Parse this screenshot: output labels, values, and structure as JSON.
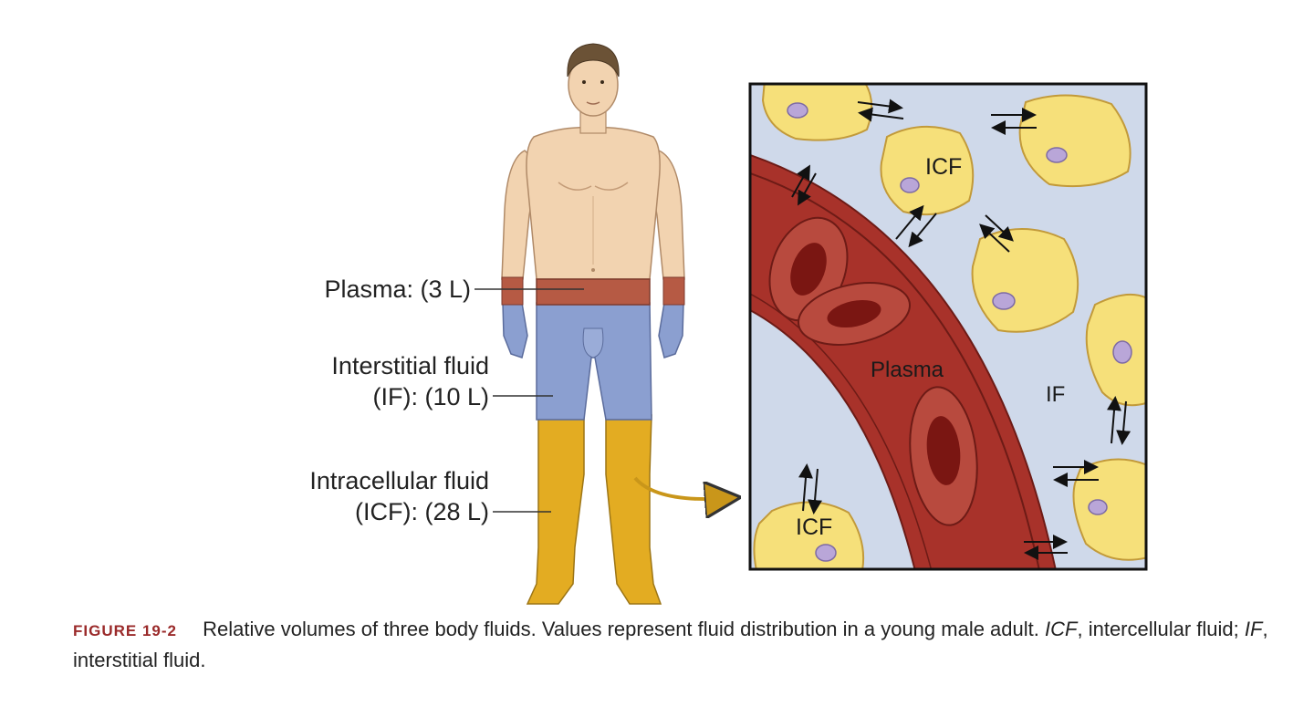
{
  "body_labels": {
    "plasma": "Plasma: (3 L)",
    "interstitial_line1": "Interstitial fluid",
    "interstitial_line2": "(IF): (10 L)",
    "intracellular_line1": "Intracellular fluid",
    "intracellular_line2": "(ICF): (28 L)"
  },
  "inset_labels": {
    "icf_top": "ICF",
    "icf_bottom": "ICF",
    "plasma": "Plasma",
    "if": "IF"
  },
  "caption": {
    "figure_label": "FIGURE 19-2",
    "text_main": "Relative volumes of three body fluids. Values represent fluid distribution in a young male adult.",
    "abbr_icf": "ICF",
    "text_icf": "intercellular fluid;",
    "abbr_if": "IF",
    "text_if": "interstitial fluid."
  },
  "colors": {
    "plasma": "#b65a44",
    "interstitial": "#8b9fd0",
    "intracellular": "#e3ac22",
    "skin": "#f2d3b0",
    "cell": "#f6e07a",
    "vessel": "#a8322a",
    "inset_bg": "#cfd9ea"
  }
}
